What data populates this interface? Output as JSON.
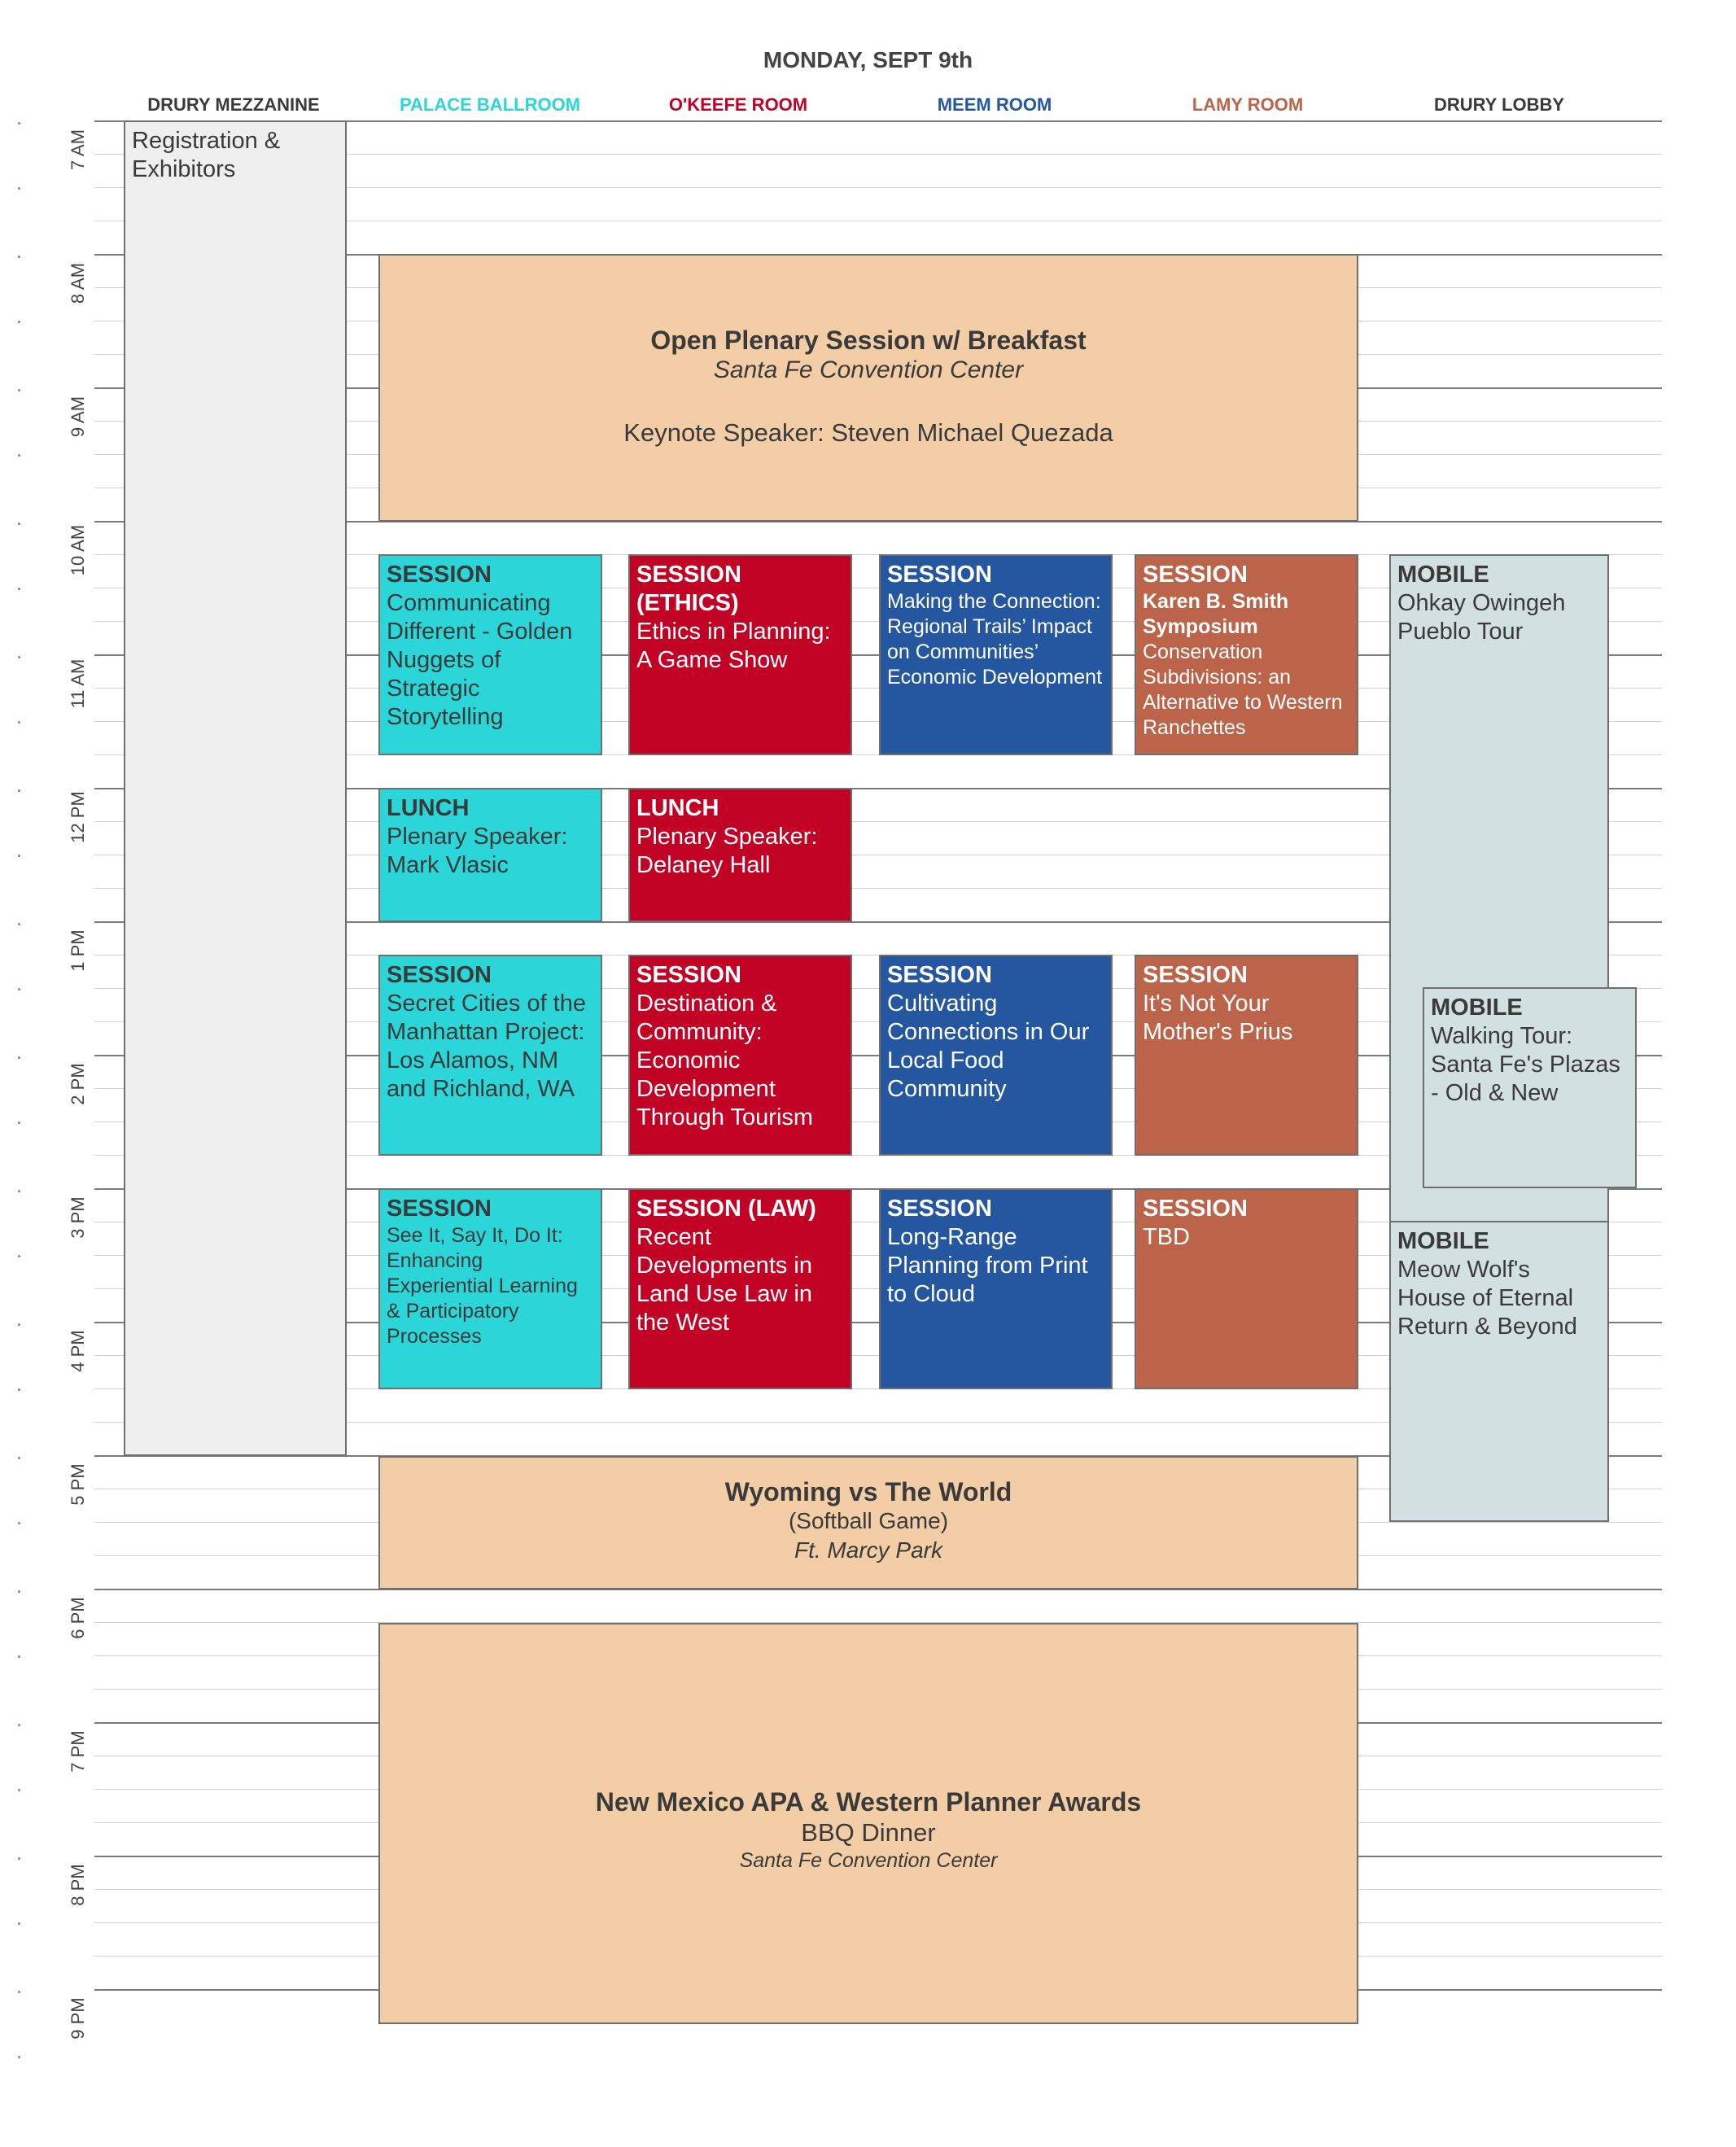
{
  "page": {
    "title": "MONDAY, SEPT 9th"
  },
  "rooms": [
    {
      "name": "DRURY MEZZANINE",
      "color": "#3a3a3a"
    },
    {
      "name": "PALACE BALLROOM",
      "color": "#2ad6d8"
    },
    {
      "name": "O'KEEFE ROOM",
      "color": "#c10224"
    },
    {
      "name": "MEEM ROOM",
      "color": "#2556a0"
    },
    {
      "name": "LAMY ROOM",
      "color": "#bb644a"
    },
    {
      "name": "DRURY LOBBY",
      "color": "#3a3a3a"
    }
  ],
  "hours": [
    "7 AM",
    "8 AM",
    "9 AM",
    "10 AM",
    "11 AM",
    "12 PM",
    "1 PM",
    "2 PM",
    "3 PM",
    "4 PM",
    "5 PM",
    "6 PM",
    "7 PM",
    "8 PM",
    "9 PM"
  ],
  "colors": {
    "teal": "#2ad6d8",
    "red": "#c10224",
    "blue": "#2556a0",
    "rust": "#bb644a",
    "grey": "#d2e0e2",
    "peach": "#f2cda5",
    "registration": "#efefef"
  },
  "events": {
    "registration": {
      "line1": "Registration &",
      "line2": "Exhibitors"
    },
    "plenary": {
      "title": "Open Plenary Session w/ Breakfast",
      "location": "Santa Fe Convention Center",
      "keynote": "Keynote Speaker: Steven Michael Quezada"
    },
    "s1_palace": {
      "head": "SESSION",
      "body": "Communicating Different - Golden Nuggets of Strategic Storytelling"
    },
    "s1_okeefe": {
      "head": "SESSION (ETHICS)",
      "body": "Ethics in Planning: A Game Show"
    },
    "s1_meem": {
      "head": "SESSION",
      "body": "Making the Connection: Regional Trails’ Impact on Communities’ Economic Development"
    },
    "s1_lamy": {
      "head": "SESSION",
      "subhead": "Karen B. Smith Symposium",
      "body": "Conservation Subdivisions: an Alternative to Western Ranchettes"
    },
    "mobile1": {
      "head": "MOBILE",
      "body": "Ohkay Owingeh Pueblo Tour"
    },
    "lunch_palace": {
      "head": "LUNCH",
      "body": "Plenary Speaker: Mark Vlasic"
    },
    "lunch_okeefe": {
      "head": "LUNCH",
      "body": "Plenary Speaker: Delaney Hall"
    },
    "s2_palace": {
      "head": "SESSION",
      "body": "Secret Cities of the Manhattan Project: Los Alamos, NM and Richland, WA"
    },
    "s2_okeefe": {
      "head": "SESSION",
      "body": "Destination & Community: Economic Development Through Tourism"
    },
    "s2_meem": {
      "head": "SESSION",
      "body": "Cultivating Connections in Our Local Food Community"
    },
    "s2_lamy": {
      "head": "SESSION",
      "body": "It's Not Your Mother's Prius"
    },
    "mobile2": {
      "head": "MOBILE",
      "body": "Walking Tour: Santa Fe's Plazas - Old & New"
    },
    "s3_palace": {
      "head": "SESSION",
      "body": "See It, Say It, Do It: Enhancing Experiential Learning & Participatory Processes"
    },
    "s3_okeefe": {
      "head": "SESSION (LAW)",
      "body": "Recent Developments in Land Use Law in the West"
    },
    "s3_meem": {
      "head": "SESSION",
      "body": "Long-Range Planning from Print to Cloud"
    },
    "s3_lamy": {
      "head": "SESSION",
      "body": "TBD"
    },
    "mobile3": {
      "head": "MOBILE",
      "body": "Meow Wolf's House of Eternal Return & Beyond"
    },
    "softball": {
      "title": "Wyoming vs The World",
      "subtitle": "(Softball Game)",
      "location": "Ft. Marcy Park"
    },
    "awards": {
      "title": "New Mexico APA & Western Planner Awards",
      "subtitle": "BBQ Dinner",
      "location": "Santa Fe Convention Center"
    }
  }
}
